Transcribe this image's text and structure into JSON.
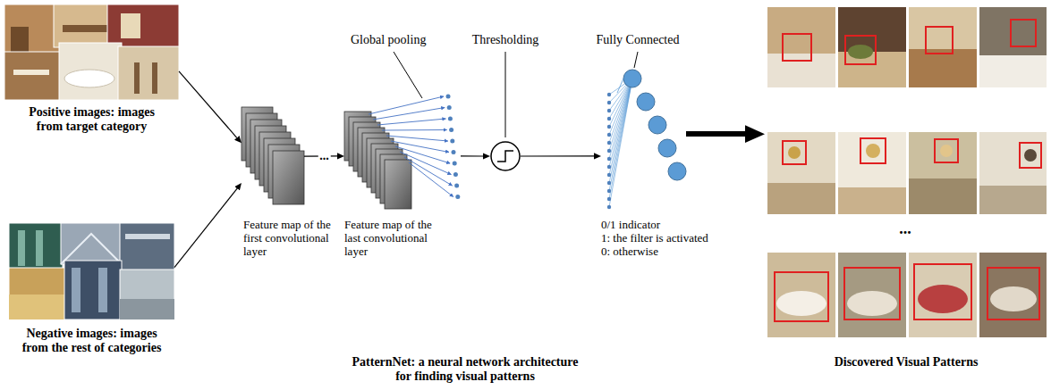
{
  "diagram": {
    "nodes": [
      {
        "text": [
          "Positive images: images from target category"
        ]
      },
      {
        "text": [
          "Negative images: images from the rest of categories"
        ]
      },
      {
        "text": [
          "Feature map of the first convolutional layer"
        ]
      },
      {
        "text": [
          "Feature map of the last convolutional layer"
        ]
      },
      {
        "text": [
          "Thresholding"
        ]
      },
      {
        "text": [
          "0/1 indicator",
          "1: the filter is activated",
          "0: otherwise"
        ]
      },
      {
        "text": [
          "Fully Connected"
        ]
      },
      {
        "text": [
          "Discovered Visual Patterns"
        ]
      }
    ],
    "edges": [
      {
        "from": 0,
        "to": 2,
        "arrow": "to"
      },
      {
        "from": 1,
        "to": 2,
        "arrow": "to"
      },
      {
        "from": 2,
        "to": 3,
        "arrow": "to",
        "label": "..."
      },
      {
        "from": 3,
        "to": 4,
        "arrow": "to"
      },
      {
        "from": 4,
        "to": 5,
        "arrow": "to"
      },
      {
        "from": 5,
        "to": 6,
        "arrow": "none"
      },
      {
        "from": 6,
        "to": 7,
        "arrow": "to"
      }
    ],
    "labels": [
      "Global pooling",
      "PatternNet: a neural network architecture for finding visual patterns",
      "..."
    ]
  }
}
